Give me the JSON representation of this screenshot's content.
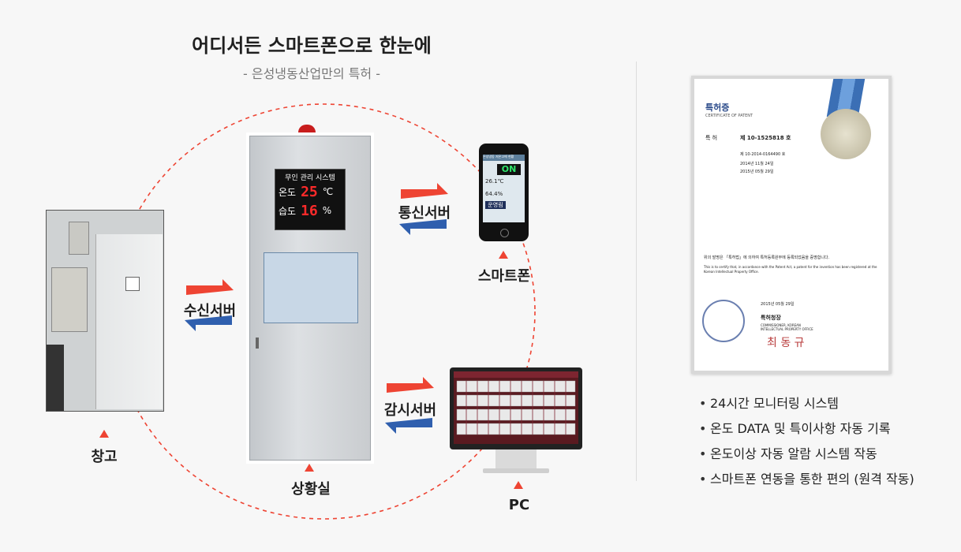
{
  "title": "어디서든 스마트폰으로 한눈에",
  "subtitle": "- 은성냉동산업만의 특허 -",
  "labels": {
    "warehouse": "창고",
    "control_room": "상황실",
    "smartphone": "스마트폰",
    "pc": "PC"
  },
  "servers": {
    "receive": "수신서버",
    "communication": "통신서버",
    "monitoring": "감시서버"
  },
  "cabinet_display": {
    "title": "무인 관리 시스템",
    "temp_label": "온도",
    "temp_value": "25",
    "temp_unit": "℃",
    "humid_label": "습도",
    "humid_value": "16",
    "humid_unit": "%"
  },
  "phone_screen": {
    "header": "은성냉동 저온고에 현황",
    "on_text": "ON",
    "temp": "26.1℃",
    "humid": "64.4%",
    "button": "운영림"
  },
  "certificate": {
    "title": "특허증",
    "subtitle": "CERTIFICATE OF PATENT",
    "patent_label": "특 허",
    "patent_no": "제 10-1525818 호",
    "app_no": "제 10-2014-0164490 호",
    "filing_date": "2014년 11월 24일",
    "reg_date": "2015년 05월 29일",
    "statement_ko": "위의 발명은 「특허법」에 의하여 특허등록원부에 등록되었음을 증명합니다.",
    "statement_en": "This is to certify that, in accordance with the Patent Act, a patent for the invention has been registered at the Korean Intellectual Property Office.",
    "issue_date": "2015년 05월 29일",
    "issuer": "특허청장",
    "issuer_en": "COMMISSIONER, KOREAN INTELLECTUAL PROPERTY OFFICE",
    "signature": "최 동 규"
  },
  "features": [
    "24시간 모니터링 시스템",
    "온도 DATA 및 특이사항 자동 기록",
    "온도이상 자동 알람 시스템 작동",
    "스마트폰 연동을 통한 편의 (원격 작동)"
  ],
  "colors": {
    "accent_red": "#ee4433",
    "accent_blue": "#2f5fae",
    "dashed_circle": "#ee4433"
  }
}
